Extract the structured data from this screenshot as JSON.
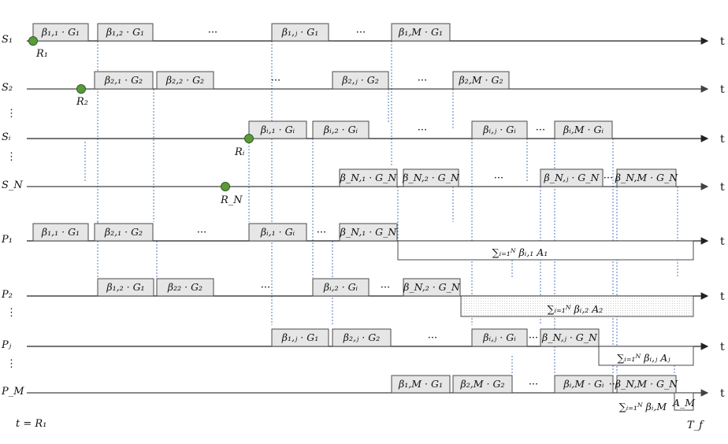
{
  "rows": [
    {
      "id": "S1",
      "label": "S₁",
      "type": "sender"
    },
    {
      "id": "S2",
      "label": "S₂",
      "type": "sender"
    },
    {
      "id": "Si",
      "label": "Sᵢ",
      "type": "sender"
    },
    {
      "id": "SN",
      "label": "S_N",
      "type": "sender"
    },
    {
      "id": "P1",
      "label": "P₁",
      "type": "processor"
    },
    {
      "id": "P2",
      "label": "P₂",
      "type": "processor"
    },
    {
      "id": "Pj",
      "label": "Pⱼ",
      "type": "processor"
    },
    {
      "id": "PM",
      "label": "P_M",
      "type": "processor"
    }
  ],
  "vertical_dots": "⋮",
  "time_label": "t",
  "start_label": "t = R₁",
  "end_label": "T_f",
  "release_labels": [
    "R₁",
    "R₂",
    "Rᵢ",
    "R_N"
  ],
  "ellipsis": "···",
  "sender_boxes": {
    "S1": [
      "β₁,₁ · G₁",
      "β₁,₂ · G₁",
      "β₁,ⱼ · G₁",
      "β₁,M · G₁"
    ],
    "S2": [
      "β₂,₁ · G₂",
      "β₂,₂ · G₂",
      "β₂,ⱼ · G₂",
      "β₂,M · G₂"
    ],
    "Si": [
      "βᵢ,₁ · Gᵢ",
      "βᵢ,₂ · Gᵢ",
      "βᵢ,ⱼ · Gᵢ",
      "βᵢ,M · Gᵢ"
    ],
    "SN": [
      "β_N,₁ · G_N",
      "β_N,₂ · G_N",
      "β_N,ⱼ · G_N",
      "β_N,M · G_N"
    ]
  },
  "processor_boxes": {
    "P1": [
      "β₁,₁ · G₁",
      "β₂,₁ · G₂",
      "βᵢ,₁ · Gᵢ",
      "β_N,₁ · G_N"
    ],
    "P2": [
      "β₁,₂ · G₁",
      "β₂₂ · G₂",
      "βᵢ,₂ · Gᵢ",
      "β_N,₂ · G_N"
    ],
    "Pj": [
      "β₁,ⱼ · G₁",
      "β₂,ⱼ · G₂",
      "βᵢ,ⱼ · Gᵢ",
      "β_N,ⱼ · G_N"
    ],
    "PM": [
      "β₁,M · G₁",
      "β₂,M · G₂",
      "βᵢ,M · Gᵢ",
      "β_N,M · G_N"
    ]
  },
  "compute_labels": {
    "P1": "∑ᵢ₌₁ᴺ βᵢ,₁ A₁",
    "P2": "∑ᵢ₌₁ᴺ βᵢ,₂ A₂",
    "Pj": "∑ᵢ₌₁ᴺ βᵢ,ⱼ Aⱼ",
    "PM_sum": "∑ᵢ₌₁ᴺ βᵢ,M",
    "PM_A": "A_M"
  }
}
